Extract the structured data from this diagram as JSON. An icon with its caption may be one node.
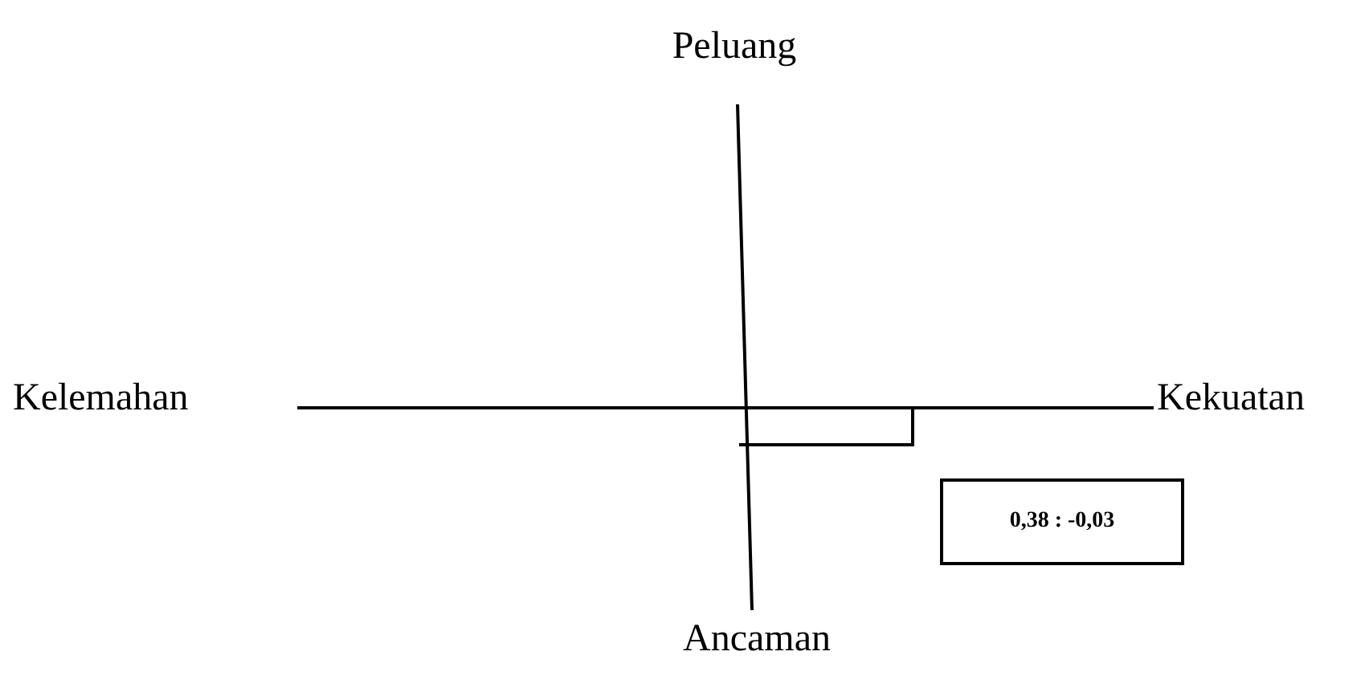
{
  "diagram": {
    "nodes": [
      {
        "text": [
          "0,38 : -0,03"
        ]
      }
    ],
    "labels": [
      "Peluang",
      "Kelemahan",
      "Kekuatan",
      "Ancaman"
    ]
  }
}
